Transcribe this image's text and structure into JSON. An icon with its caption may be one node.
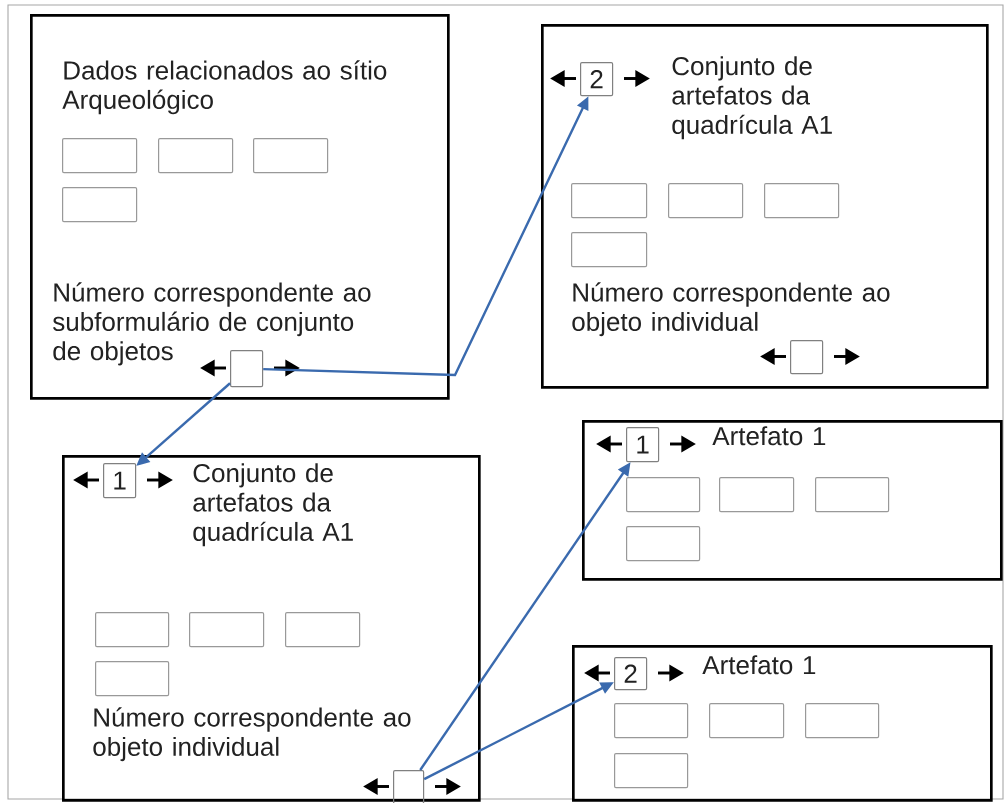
{
  "diagram": {
    "nodes": [
      {
        "text": [
          "Dados relacionados ao sítio Arqueológico",
          "Número correspondente ao subformulário de conjunto de objetos"
        ]
      },
      {
        "text": [],
        "shape": "box",
        "in": 0
      },
      {
        "text": [],
        "shape": "box",
        "in": 0
      },
      {
        "text": [],
        "shape": "box",
        "in": 0
      },
      {
        "text": [],
        "shape": "box",
        "in": 0
      },
      {
        "text": [],
        "shape": "box",
        "in": 0
      },
      {
        "text": [
          "Conjunto de artefatos da quadrícula A1",
          "Número correspondente ao objeto individual"
        ]
      },
      {
        "text": [
          "2"
        ],
        "in": 6
      },
      {
        "text": [],
        "shape": "box",
        "in": 6
      },
      {
        "text": [],
        "shape": "box",
        "in": 6
      },
      {
        "text": [],
        "shape": "box",
        "in": 6
      },
      {
        "text": [],
        "shape": "box",
        "in": 6
      },
      {
        "text": [],
        "shape": "box",
        "in": 6
      },
      {
        "text": [
          "Conjunto de artefatos da quadrícula A1",
          "Número correspondente ao objeto individual"
        ]
      },
      {
        "text": [
          "1"
        ],
        "in": 13
      },
      {
        "text": [],
        "shape": "box",
        "in": 13
      },
      {
        "text": [],
        "shape": "box",
        "in": 13
      },
      {
        "text": [],
        "shape": "box",
        "in": 13
      },
      {
        "text": [],
        "shape": "box",
        "in": 13
      },
      {
        "text": [],
        "shape": "box",
        "in": 13
      },
      {
        "text": [
          "Artefato 1"
        ]
      },
      {
        "text": [
          "1"
        ],
        "in": 20
      },
      {
        "text": [],
        "shape": "box",
        "in": 20
      },
      {
        "text": [],
        "shape": "box",
        "in": 20
      },
      {
        "text": [],
        "shape": "box",
        "in": 20
      },
      {
        "text": [],
        "shape": "box",
        "in": 20
      },
      {
        "text": [
          "Artefato 1"
        ]
      },
      {
        "text": [
          "2"
        ],
        "in": 26
      },
      {
        "text": [],
        "shape": "box",
        "in": 26
      },
      {
        "text": [],
        "shape": "box",
        "in": 26
      },
      {
        "text": [],
        "shape": "box",
        "in": 26
      },
      {
        "text": [],
        "shape": "box",
        "in": 26
      }
    ],
    "edges": [
      {
        "from": 5,
        "to": 14,
        "arrow": "to"
      },
      {
        "from": 5,
        "to": 7,
        "arrow": "to"
      },
      {
        "from": 19,
        "to": 21,
        "arrow": "to"
      },
      {
        "from": 19,
        "to": 27,
        "arrow": "to"
      }
    ]
  }
}
